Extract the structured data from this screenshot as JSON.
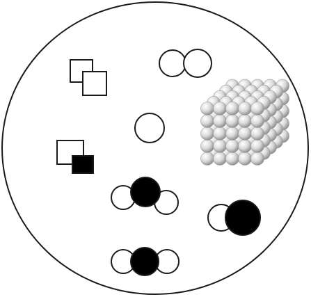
{
  "diagram": {
    "colors": {
      "outline": "#1a1a1a",
      "filled": "#000000",
      "empty": "#ffffff",
      "sphere_light": "#ffffff",
      "sphere_mid": "#d4d4d4",
      "sphere_dark": "#8f8f8f"
    },
    "items": [
      {
        "name": "overlapping-white-squares",
        "kind": "two white squares (compound unit of same element)"
      },
      {
        "name": "white-black-squares",
        "kind": "white square with black square (unit of two elements)"
      },
      {
        "name": "diatomic-white-circles",
        "kind": "two white circles (diatomic molecule)"
      },
      {
        "name": "single-white-circle",
        "kind": "single white circle (atom)"
      },
      {
        "name": "metal-lattice-cube",
        "kind": "cubic lattice of grey spheres"
      },
      {
        "name": "bent-triatomic-molecule",
        "kind": "white-black-white bent molecule"
      },
      {
        "name": "heteronuclear-diatomic",
        "kind": "small white circle with large black circle"
      },
      {
        "name": "linear-triatomic-molecule",
        "kind": "white-black-white linear molecule"
      }
    ]
  }
}
